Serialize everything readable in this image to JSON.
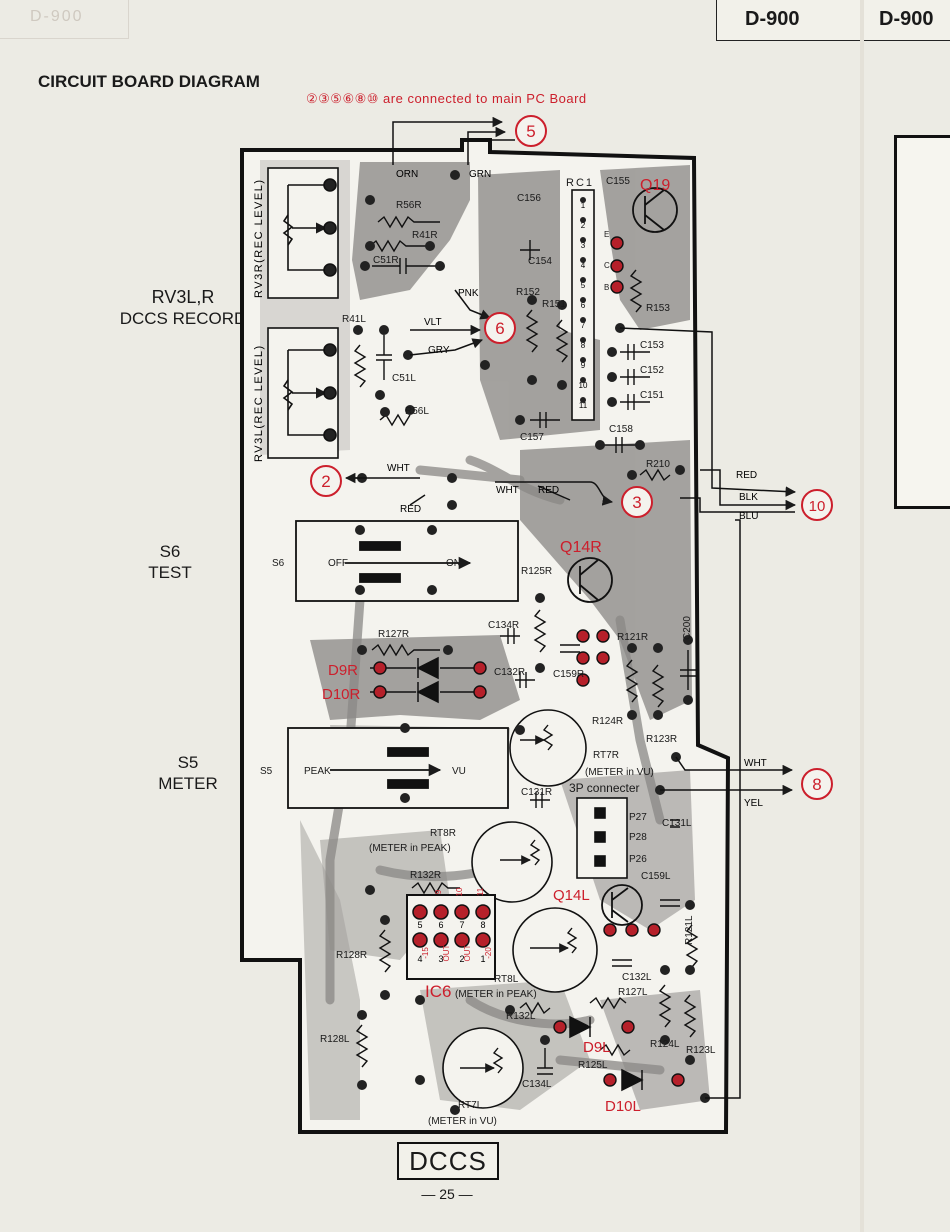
{
  "header": {
    "model_left": "D-900",
    "model_right": "D-900",
    "ghost_tag": "D-900"
  },
  "title": "CIRCUIT BOARD DIAGRAM",
  "note": "②③⑤⑥⑧⑩ are connected to main PC Board",
  "section_labels": {
    "rv3_line1": "RV3L,R",
    "rv3_line2": "DCCS RECORD",
    "s6_line1": "S6",
    "s6_line2": "TEST",
    "s5_line1": "S5",
    "s5_line2": "METER"
  },
  "connectors": {
    "c5": "5",
    "c6": "6",
    "c2": "2",
    "c3": "3",
    "c10": "10",
    "c8": "8"
  },
  "wires": {
    "orn": "ORN",
    "grn": "GRN",
    "pnk": "PNK",
    "vlt": "VLT",
    "gry": "GRY",
    "wht_left": "WHT",
    "red_left": "RED",
    "wht_mid": "WHT",
    "red_mid": "RED",
    "red_right": "RED",
    "blk_right": "BLK",
    "blu_right": "BLU",
    "wht_right": "WHT",
    "yel_right": "YEL"
  },
  "components": {
    "rv3r": "RV3R(REC LEVEL)",
    "rv3l": "RV3L(REC LEVEL)",
    "r56r": "R56R",
    "r41r": "R41R",
    "c51r": "C51R",
    "r41l": "R41L",
    "c51l": "C51L",
    "r56l": "R56L",
    "c156": "C156",
    "rc1": "RC1",
    "c155": "C155",
    "q19": "Q19",
    "c154": "C154",
    "r152": "R152",
    "r151": "R151",
    "r153": "R153",
    "c153": "C153",
    "c152": "C152",
    "c151": "C151",
    "c157": "C157",
    "c158": "C158",
    "r210": "R210",
    "pin_e": "E",
    "pin_c": "C",
    "pin_b": "B",
    "rc1_pins": [
      "1",
      "2",
      "3",
      "4",
      "5",
      "6",
      "7",
      "8",
      "9",
      "10",
      "11"
    ],
    "s6": "S6",
    "s6_off": "OFF",
    "s6_on": "ON",
    "q14r": "Q14R",
    "r125r": "R125R",
    "c134r": "C134R",
    "r121r": "R121R",
    "c200": "C200",
    "r127r": "R127R",
    "d9r": "D9R",
    "d10r": "D10R",
    "c132r": "C132R",
    "c159r": "C159R",
    "r124r": "R124R",
    "r123r": "R123R",
    "s5": "S5",
    "s5_peak": "PEAK",
    "s5_vu": "VU",
    "rt7r": "RT7R",
    "rt7r_note": "(METER in VU)",
    "c131r": "C131R",
    "connecter_3p": "3P connecter",
    "p27": "P27",
    "p28": "P28",
    "p26": "P26",
    "c131l": "C131L",
    "rt8r": "RT8R",
    "rt8r_note": "(METER in PEAK)",
    "c159l": "C159L",
    "r132r": "R132R",
    "q14l": "Q14L",
    "r121l": "R121L",
    "r128r": "R128R",
    "ic6": "IC6",
    "ic6_top_pins": [
      "5",
      "6",
      "7",
      "8"
    ],
    "ic6_bottom_pins": [
      "4",
      "3",
      "2",
      "1"
    ],
    "ic6_top_marks": [
      "9",
      "10",
      "11"
    ],
    "ic6_side_marks": [
      "-15",
      "OUT",
      "OUT",
      "-20"
    ],
    "rt8l": "RT8L",
    "rt8l_note": "(METER in PEAK)",
    "c132l": "C132L",
    "r127l": "R127L",
    "r132l": "R132L",
    "r128l": "R128L",
    "d9l": "D9L",
    "r124l": "R124L",
    "r123l": "R123L",
    "r125l": "R125L",
    "c134l": "C134L",
    "d10l": "D10L",
    "rt7l": "RT7L",
    "rt7l_note": "(METER in VU)"
  },
  "footer": {
    "dccs": "DCCS",
    "page": "— 25 —"
  },
  "colors": {
    "paper": "#ecebe4",
    "board": "#f4f3ee",
    "trace": "#9b9996",
    "trace_dark": "#7e7c79",
    "ink": "#1a1a1a",
    "accent_red": "#cc1f2c"
  }
}
